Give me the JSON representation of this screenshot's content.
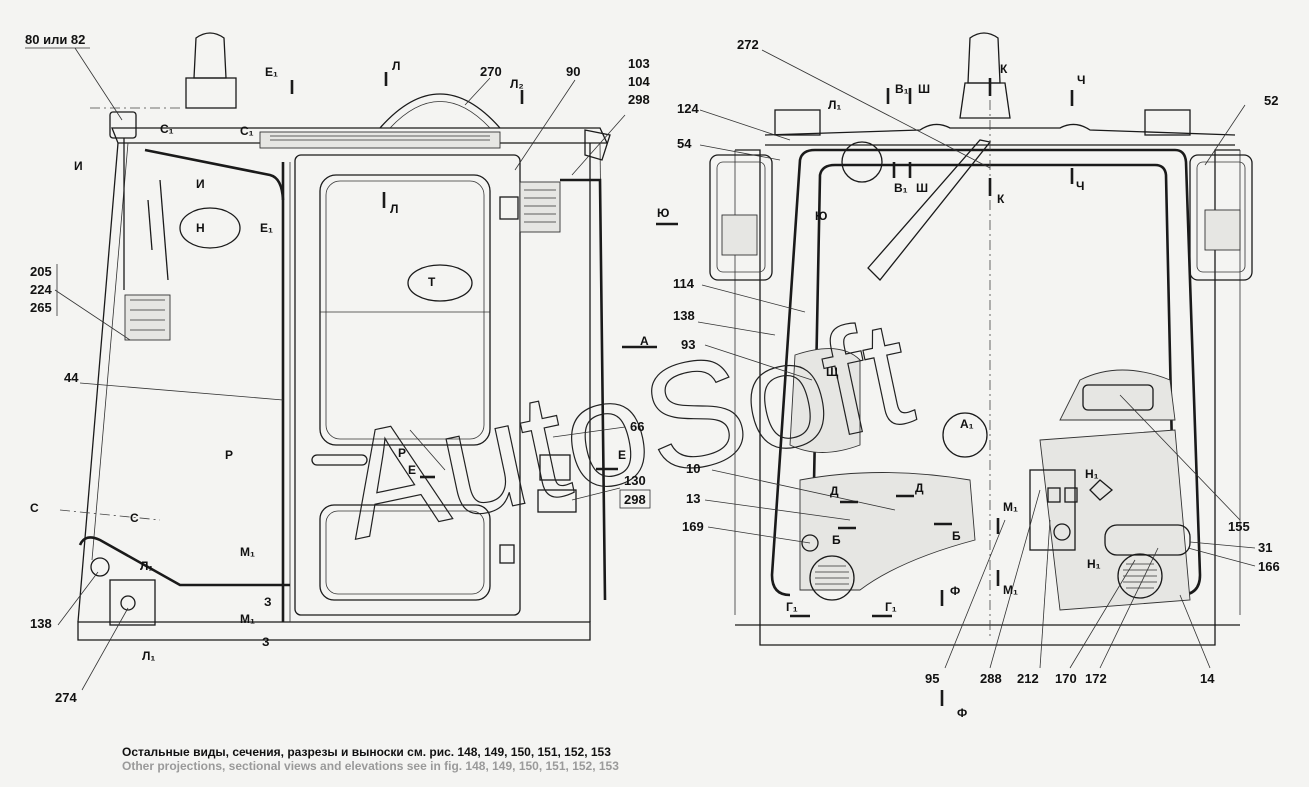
{
  "labels_left": [
    {
      "id": "l-80-82",
      "text": "80 или 82"
    },
    {
      "id": "l-270",
      "text": "270"
    },
    {
      "id": "l-90",
      "text": "90"
    },
    {
      "id": "l-103",
      "text": "103"
    },
    {
      "id": "l-104",
      "text": "104"
    },
    {
      "id": "l-298a",
      "text": "298"
    },
    {
      "id": "l-205",
      "text": "205"
    },
    {
      "id": "l-224",
      "text": "224"
    },
    {
      "id": "l-265",
      "text": "265"
    },
    {
      "id": "l-44",
      "text": "44"
    },
    {
      "id": "l-66",
      "text": "66"
    },
    {
      "id": "l-130",
      "text": "130"
    },
    {
      "id": "l-298b",
      "text": "298"
    },
    {
      "id": "l-138a",
      "text": "138"
    },
    {
      "id": "l-274",
      "text": "274"
    }
  ],
  "labels_right": [
    {
      "id": "r-272",
      "text": "272"
    },
    {
      "id": "r-124",
      "text": "124"
    },
    {
      "id": "r-52",
      "text": "52"
    },
    {
      "id": "r-54",
      "text": "54"
    },
    {
      "id": "r-114",
      "text": "114"
    },
    {
      "id": "r-138",
      "text": "138"
    },
    {
      "id": "r-93",
      "text": "93"
    },
    {
      "id": "r-10",
      "text": "10"
    },
    {
      "id": "r-13",
      "text": "13"
    },
    {
      "id": "r-169",
      "text": "169"
    },
    {
      "id": "r-155",
      "text": "155"
    },
    {
      "id": "r-31",
      "text": "31"
    },
    {
      "id": "r-166",
      "text": "166"
    },
    {
      "id": "r-95",
      "text": "95"
    },
    {
      "id": "r-288",
      "text": "288"
    },
    {
      "id": "r-212",
      "text": "212"
    },
    {
      "id": "r-170",
      "text": "170"
    },
    {
      "id": "r-172",
      "text": "172"
    },
    {
      "id": "r-14",
      "text": "14"
    }
  ],
  "section_marks": [
    {
      "id": "s-E1a",
      "text": "E₁"
    },
    {
      "id": "s-L1",
      "text": "Л"
    },
    {
      "id": "s-L2",
      "text": "Л₂"
    },
    {
      "id": "s-C1a",
      "text": "C₁"
    },
    {
      "id": "s-C1b",
      "text": "C₁"
    },
    {
      "id": "s-Ia",
      "text": "И"
    },
    {
      "id": "s-Ib",
      "text": "И"
    },
    {
      "id": "s-N",
      "text": "Н"
    },
    {
      "id": "s-E1b",
      "text": "E₁"
    },
    {
      "id": "s-L3",
      "text": "Л"
    },
    {
      "id": "s-T",
      "text": "Т"
    },
    {
      "id": "s-A",
      "text": "А"
    },
    {
      "id": "s-R1",
      "text": "Р"
    },
    {
      "id": "s-R2",
      "text": "Р"
    },
    {
      "id": "s-E2",
      "text": "Е"
    },
    {
      "id": "s-E3",
      "text": "Е"
    },
    {
      "id": "s-Ca",
      "text": "С"
    },
    {
      "id": "s-Cb",
      "text": "С"
    },
    {
      "id": "s-M1a",
      "text": "М₁"
    },
    {
      "id": "s-M1b",
      "text": "М₁"
    },
    {
      "id": "s-L1a",
      "text": "Л₁"
    },
    {
      "id": "s-L1b",
      "text": "Л₁"
    },
    {
      "id": "s-Z1",
      "text": "З"
    },
    {
      "id": "s-Z2",
      "text": "З"
    },
    {
      "id": "s-K1",
      "text": "К"
    },
    {
      "id": "s-K2",
      "text": "К"
    },
    {
      "id": "s-V1a",
      "text": "В₁"
    },
    {
      "id": "s-Sh1",
      "text": "Ш"
    },
    {
      "id": "s-Ch1",
      "text": "Ч"
    },
    {
      "id": "s-Ch2",
      "text": "Ч"
    },
    {
      "id": "s-L1c",
      "text": "Л₁"
    },
    {
      "id": "s-V1b",
      "text": "В₁"
    },
    {
      "id": "s-Sh2",
      "text": "Ш"
    },
    {
      "id": "s-Yu1",
      "text": "Ю"
    },
    {
      "id": "s-Yu2",
      "text": "Ю"
    },
    {
      "id": "s-Shch",
      "text": "Щ"
    },
    {
      "id": "s-A1",
      "text": "А₁"
    },
    {
      "id": "s-D1",
      "text": "Д"
    },
    {
      "id": "s-D2",
      "text": "Д"
    },
    {
      "id": "s-B1",
      "text": "Б"
    },
    {
      "id": "s-B2",
      "text": "Б"
    },
    {
      "id": "s-N1a",
      "text": "Н₁"
    },
    {
      "id": "s-N1b",
      "text": "Н₁"
    },
    {
      "id": "s-M1c",
      "text": "М₁"
    },
    {
      "id": "s-M1d",
      "text": "М₁"
    },
    {
      "id": "s-G1a",
      "text": "Г₁"
    },
    {
      "id": "s-G1b",
      "text": "Г₁"
    },
    {
      "id": "s-F1",
      "text": "Ф"
    },
    {
      "id": "s-F2",
      "text": "Ф"
    }
  ],
  "watermark": "AutoSoft",
  "footer": {
    "ru": "Остальные виды, сечения, разрезы и выноски см. рис. 148, 149, 150, 151, 152, 153",
    "en": "Other projections, sectional views and elevations see in fig. 148, 149, 150, 151, 152, 153"
  },
  "colors": {
    "line": "#1a1a1a",
    "paper": "#f4f4f2",
    "footer_en": "#9a9a9a"
  }
}
